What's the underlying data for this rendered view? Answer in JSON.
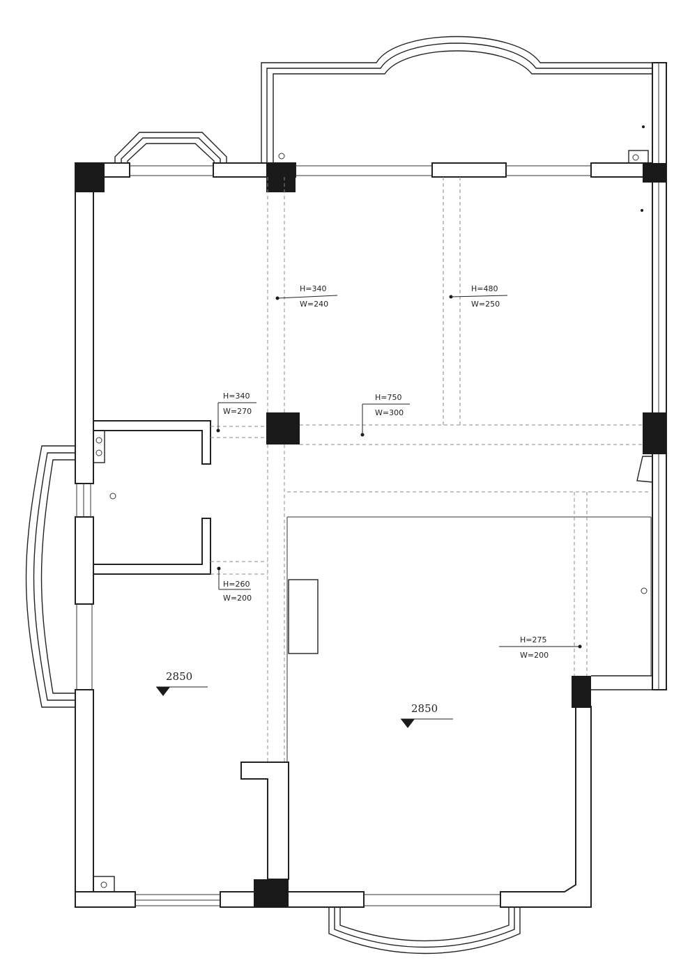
{
  "beams": [
    {
      "h": "H=340",
      "w": "W=240"
    },
    {
      "h": "H=480",
      "w": "W=250"
    },
    {
      "h": "H=340",
      "w": "W=270"
    },
    {
      "h": "H=750",
      "w": "W=300"
    },
    {
      "h": "H=260",
      "w": "W=200"
    },
    {
      "h": "H=275",
      "w": "W=200"
    }
  ],
  "levels": [
    {
      "value": "2850"
    },
    {
      "value": "2850"
    }
  ]
}
